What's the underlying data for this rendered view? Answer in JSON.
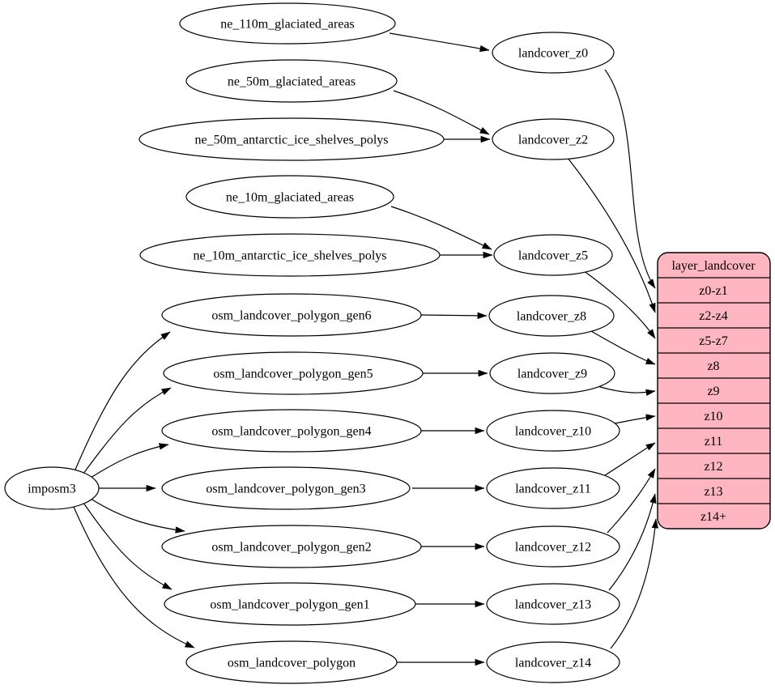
{
  "colors": {
    "background": "#ffffff",
    "node_fill": "#ffffff",
    "node_stroke": "#000000",
    "edge_color": "#000000",
    "table_fill": "#ffb6c1",
    "text_color": "#000000"
  },
  "root_node": {
    "label": "imposm3"
  },
  "source_nodes": [
    "ne_110m_glaciated_areas",
    "ne_50m_glaciated_areas",
    "ne_50m_antarctic_ice_shelves_polys",
    "ne_10m_glaciated_areas",
    "ne_10m_antarctic_ice_shelves_polys",
    "osm_landcover_polygon_gen6",
    "osm_landcover_polygon_gen5",
    "osm_landcover_polygon_gen4",
    "osm_landcover_polygon_gen3",
    "osm_landcover_polygon_gen2",
    "osm_landcover_polygon_gen1",
    "osm_landcover_polygon"
  ],
  "middle_nodes": [
    "landcover_z0",
    "landcover_z2",
    "landcover_z5",
    "landcover_z8",
    "landcover_z9",
    "landcover_z10",
    "landcover_z11",
    "landcover_z12",
    "landcover_z13",
    "landcover_z14"
  ],
  "table": {
    "header": "layer_landcover",
    "rows": [
      "z0-z1",
      "z2-z4",
      "z5-z7",
      "z8",
      "z9",
      "z10",
      "z11",
      "z12",
      "z13",
      "z14+"
    ]
  },
  "edges": [
    {
      "from": "ne_110m_glaciated_areas",
      "to": "landcover_z0"
    },
    {
      "from": "ne_50m_glaciated_areas",
      "to": "landcover_z2"
    },
    {
      "from": "ne_50m_antarctic_ice_shelves_polys",
      "to": "landcover_z2"
    },
    {
      "from": "ne_10m_glaciated_areas",
      "to": "landcover_z5"
    },
    {
      "from": "ne_10m_antarctic_ice_shelves_polys",
      "to": "landcover_z5"
    },
    {
      "from": "imposm3",
      "to": "osm_landcover_polygon_gen6"
    },
    {
      "from": "imposm3",
      "to": "osm_landcover_polygon_gen5"
    },
    {
      "from": "imposm3",
      "to": "osm_landcover_polygon_gen4"
    },
    {
      "from": "imposm3",
      "to": "osm_landcover_polygon_gen3"
    },
    {
      "from": "imposm3",
      "to": "osm_landcover_polygon_gen2"
    },
    {
      "from": "imposm3",
      "to": "osm_landcover_polygon_gen1"
    },
    {
      "from": "imposm3",
      "to": "osm_landcover_polygon"
    },
    {
      "from": "osm_landcover_polygon_gen6",
      "to": "landcover_z8"
    },
    {
      "from": "osm_landcover_polygon_gen5",
      "to": "landcover_z9"
    },
    {
      "from": "osm_landcover_polygon_gen4",
      "to": "landcover_z10"
    },
    {
      "from": "osm_landcover_polygon_gen3",
      "to": "landcover_z11"
    },
    {
      "from": "osm_landcover_polygon_gen2",
      "to": "landcover_z12"
    },
    {
      "from": "osm_landcover_polygon_gen1",
      "to": "landcover_z13"
    },
    {
      "from": "osm_landcover_polygon",
      "to": "landcover_z14"
    },
    {
      "from": "landcover_z0",
      "to": "layer_landcover.z0-z1"
    },
    {
      "from": "landcover_z2",
      "to": "layer_landcover.z2-z4"
    },
    {
      "from": "landcover_z5",
      "to": "layer_landcover.z5-z7"
    },
    {
      "from": "landcover_z8",
      "to": "layer_landcover.z8"
    },
    {
      "from": "landcover_z9",
      "to": "layer_landcover.z9"
    },
    {
      "from": "landcover_z10",
      "to": "layer_landcover.z10"
    },
    {
      "from": "landcover_z11",
      "to": "layer_landcover.z11"
    },
    {
      "from": "landcover_z12",
      "to": "layer_landcover.z12"
    },
    {
      "from": "landcover_z13",
      "to": "layer_landcover.z13"
    },
    {
      "from": "landcover_z14",
      "to": "layer_landcover.z14+"
    }
  ]
}
